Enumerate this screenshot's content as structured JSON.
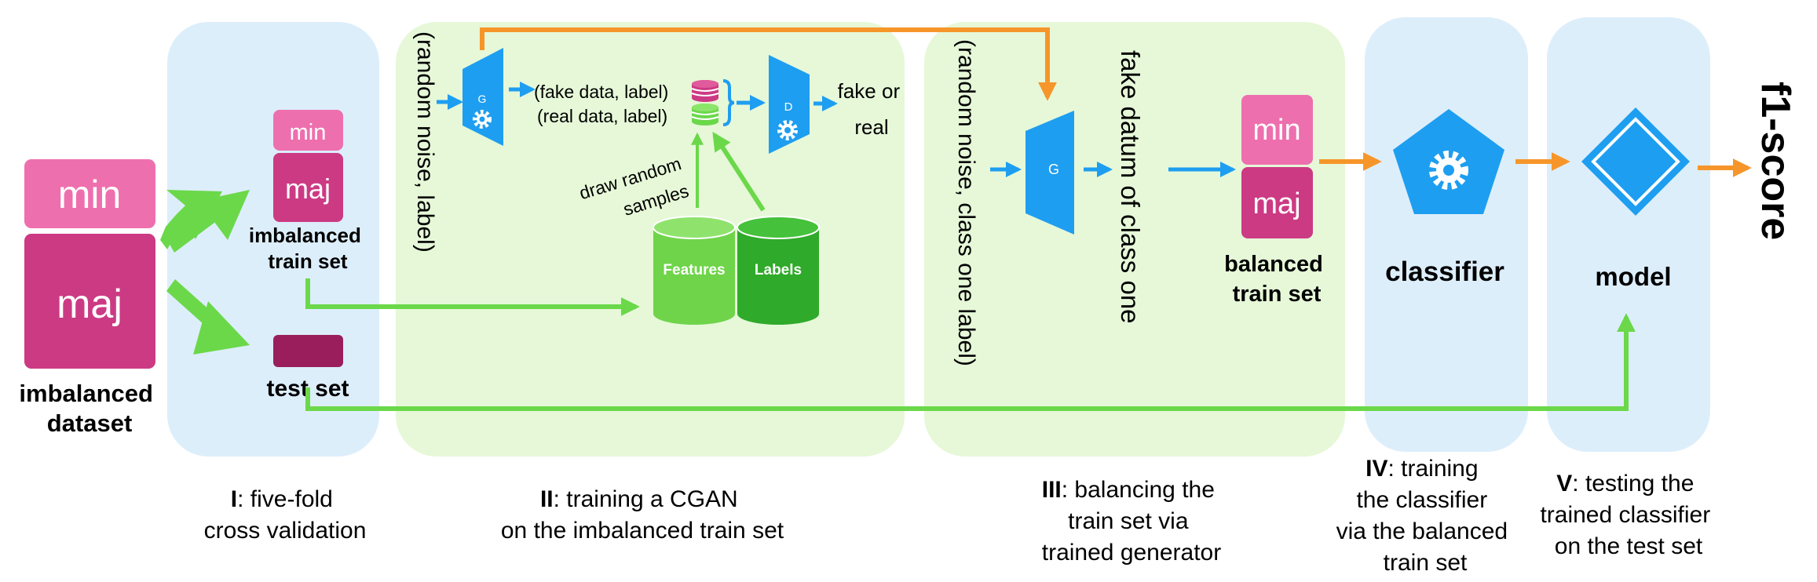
{
  "dataset": {
    "min": "min",
    "maj": "maj",
    "label_line1": "imbalanced",
    "label_line2": "dataset"
  },
  "stage1": {
    "train_min": "min",
    "train_maj": "maj",
    "train_label_line1": "imbalanced",
    "train_label_line2": "train set",
    "test_label": "test set",
    "caption_numeral": "I",
    "caption_line1_rest": ": five-fold",
    "caption_line2": "cross validation"
  },
  "stage2": {
    "input_label": "(random noise, label)",
    "generator_letter": "G",
    "fake_pair": "(fake data, label)",
    "real_pair": "(real data, label)",
    "discriminator_letter": "D",
    "output_line1": "fake or",
    "output_line2": "real",
    "draw_line1": "draw random",
    "draw_line2": "samples",
    "features_label": "Features",
    "labels_label": "Labels",
    "caption_numeral": "II",
    "caption_line1_rest": ": training a CGAN",
    "caption_line2": "on the imbalanced train set"
  },
  "stage3": {
    "input_label": "(random noise, class one label)",
    "generator_letter": "G",
    "output_label": "fake datum of class one",
    "balanced_min": "min",
    "balanced_maj": "maj",
    "balanced_label_line1": "balanced",
    "balanced_label_line2": "train set",
    "caption_numeral": "III",
    "caption_line1_rest": ": balancing the",
    "caption_line2": "train set via",
    "caption_line3": "trained generator"
  },
  "stage4": {
    "label": "classifier",
    "caption_numeral": "IV",
    "caption_line1_rest": ": training",
    "caption_line2": "the classifier",
    "caption_line3": "via the balanced",
    "caption_line4": "train set"
  },
  "stage5": {
    "label": "model",
    "caption_numeral": "V",
    "caption_line1_rest": ": testing the",
    "caption_line2": "trained classifier",
    "caption_line3": "on the test set"
  },
  "output": {
    "label": "f1-score"
  },
  "colors": {
    "panel_blue": "#ddeefb",
    "panel_green": "#e6f8d8",
    "pink_light": "#ee6fae",
    "pink_dark": "#cc3a84",
    "maroon": "#9a1e5c",
    "blue": "#1e9ef0",
    "green_arrow": "#6bd84a",
    "orange": "#f6962a",
    "features_green": "#6fd44a",
    "labels_green": "#2faa2a"
  }
}
